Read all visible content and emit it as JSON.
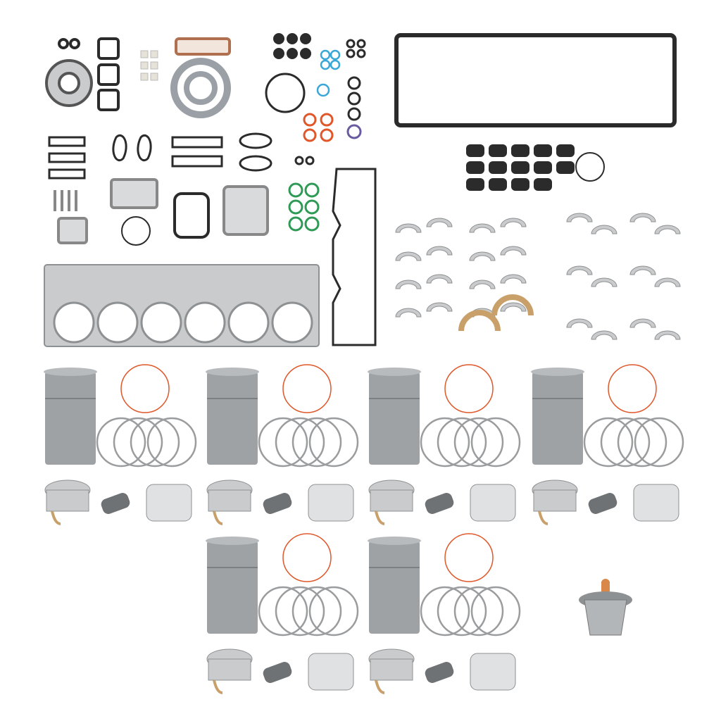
{
  "image": {
    "subject": "engine-overhaul-kit",
    "background": "#ffffff"
  },
  "colors": {
    "gasket_dark": "#2b2b2b",
    "metal": "#c9cbcc",
    "metal_dark": "#8e9193",
    "liner": "#9fa2a4",
    "orange_oring": "#e0572a",
    "blue_oring": "#3aa7d6",
    "green_oring": "#2f9a55",
    "bronze": "#c9a06a",
    "copper": "#d9884a"
  },
  "counts": {
    "cylinder_sets": 6,
    "rod_bearing_pairs": 8,
    "main_bearing_pairs": 6,
    "head_gasket_bores": 6,
    "seal_grommets": 14
  }
}
